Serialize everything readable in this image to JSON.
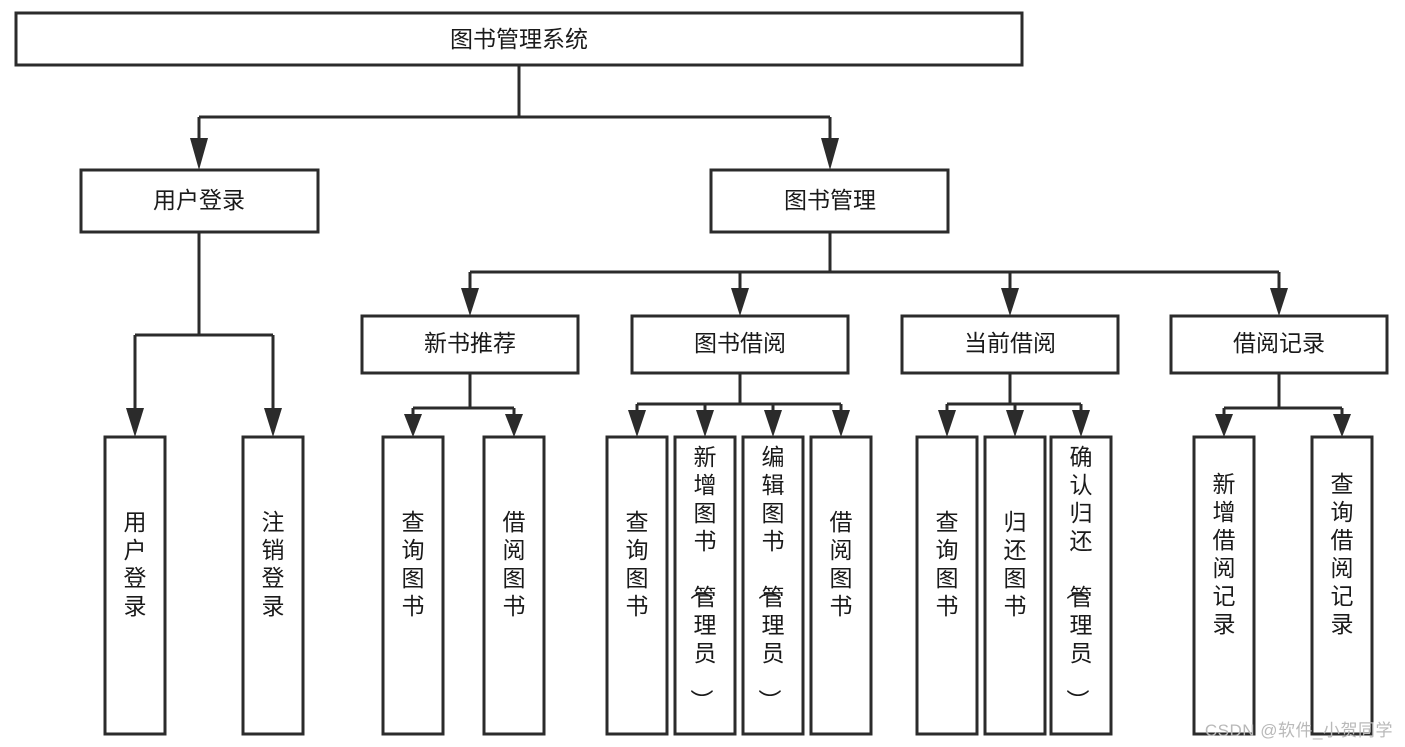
{
  "diagram": {
    "type": "tree-hierarchy-flowchart",
    "title": "图书管理系统",
    "colors": {
      "box_stroke": "#2b2b2b",
      "box_fill": "#ffffff",
      "connector": "#2b2b2b",
      "text": "#1a1a1a",
      "watermark": "#b9b9b9",
      "background": "#ffffff"
    },
    "levels": [
      {
        "level": 1,
        "nodes": [
          {
            "id": "root",
            "label": "图书管理系统",
            "orientation": "horizontal"
          }
        ]
      },
      {
        "level": 2,
        "nodes": [
          {
            "id": "user-login",
            "label": "用户登录",
            "orientation": "horizontal",
            "parent": "root"
          },
          {
            "id": "book-mgmt",
            "label": "图书管理",
            "orientation": "horizontal",
            "parent": "root"
          }
        ]
      },
      {
        "level": 3,
        "nodes": [
          {
            "id": "new-book-rec",
            "label": "新书推荐",
            "orientation": "horizontal",
            "parent": "book-mgmt"
          },
          {
            "id": "book-borrow",
            "label": "图书借阅",
            "orientation": "horizontal",
            "parent": "book-mgmt"
          },
          {
            "id": "current-borrow",
            "label": "当前借阅",
            "orientation": "horizontal",
            "parent": "book-mgmt"
          },
          {
            "id": "borrow-record",
            "label": "借阅记录",
            "orientation": "horizontal",
            "parent": "book-mgmt"
          }
        ]
      },
      {
        "level": 4,
        "nodes": [
          {
            "id": "leaf-1",
            "label": "用户登录",
            "orientation": "vertical",
            "parent": "user-login"
          },
          {
            "id": "leaf-2",
            "label": "注销登录",
            "orientation": "vertical",
            "parent": "user-login"
          },
          {
            "id": "leaf-3",
            "label": "查询图书",
            "orientation": "vertical",
            "parent": "new-book-rec"
          },
          {
            "id": "leaf-4",
            "label": "借阅图书",
            "orientation": "vertical",
            "parent": "new-book-rec"
          },
          {
            "id": "leaf-5",
            "label": "查询图书",
            "orientation": "vertical",
            "parent": "book-borrow"
          },
          {
            "id": "leaf-6",
            "label": "新增图书（管理员）",
            "orientation": "vertical",
            "parent": "book-borrow"
          },
          {
            "id": "leaf-7",
            "label": "编辑图书（管理员）",
            "orientation": "vertical",
            "parent": "book-borrow"
          },
          {
            "id": "leaf-8",
            "label": "借阅图书",
            "orientation": "vertical",
            "parent": "book-borrow"
          },
          {
            "id": "leaf-9",
            "label": "查询图书",
            "orientation": "vertical",
            "parent": "current-borrow"
          },
          {
            "id": "leaf-10",
            "label": "归还图书",
            "orientation": "vertical",
            "parent": "current-borrow"
          },
          {
            "id": "leaf-11",
            "label": "确认归还（管理员）",
            "orientation": "vertical",
            "parent": "current-borrow"
          },
          {
            "id": "leaf-12",
            "label": "新增借阅记录",
            "orientation": "vertical",
            "parent": "borrow-record"
          },
          {
            "id": "leaf-13",
            "label": "查询借阅记录",
            "orientation": "vertical",
            "parent": "borrow-record"
          }
        ]
      }
    ]
  },
  "watermark": {
    "text": "CSDN @软件_小贺同学"
  }
}
